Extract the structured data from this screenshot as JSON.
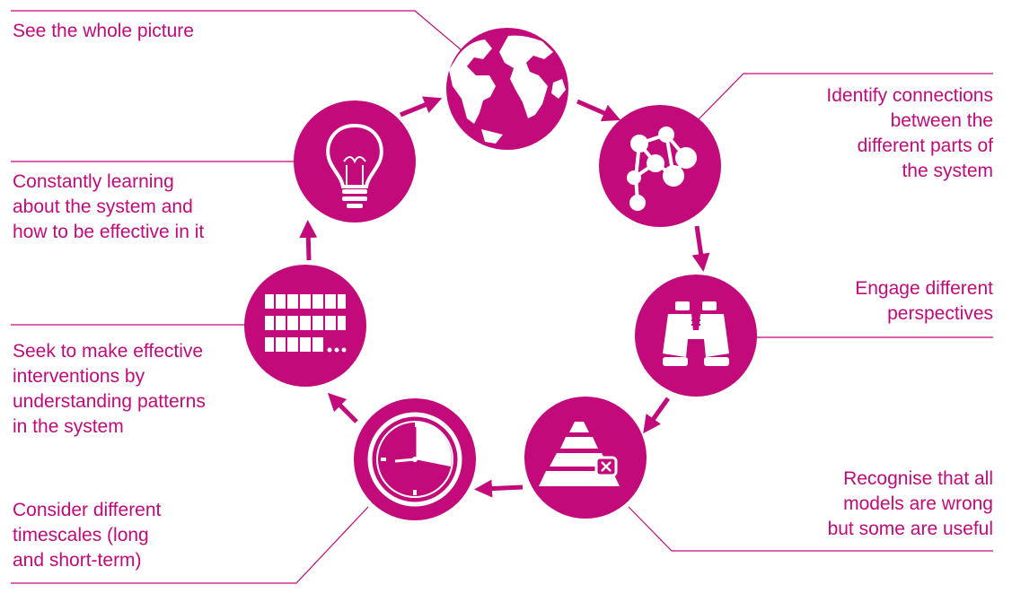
{
  "colors": {
    "accent": "#c20a7a",
    "line": "#c20a7a",
    "icon": "#ffffff"
  },
  "nodes": [
    {
      "id": "globe",
      "icon": "globe-icon",
      "lines": [
        "See the whole picture"
      ]
    },
    {
      "id": "connections",
      "icon": "network-icon",
      "lines": [
        "Identify connections",
        "between the",
        "different parts of",
        "the system"
      ]
    },
    {
      "id": "perspectives",
      "icon": "binoculars-icon",
      "lines": [
        "Engage different",
        "perspectives"
      ]
    },
    {
      "id": "models",
      "icon": "pyramid-icon",
      "lines": [
        "Recognise that all",
        "models are wrong",
        "but some are useful"
      ]
    },
    {
      "id": "timescales",
      "icon": "clock-icon",
      "lines": [
        "Consider different",
        "timescales (long",
        "and short-term)"
      ]
    },
    {
      "id": "patterns",
      "icon": "bars-icon",
      "lines": [
        "Seek to make effective",
        "interventions by",
        "understanding patterns",
        "in the system"
      ]
    },
    {
      "id": "learning",
      "icon": "lightbulb-icon",
      "lines": [
        "Constantly learning",
        "about the system and",
        "how to be effective in it"
      ]
    }
  ]
}
